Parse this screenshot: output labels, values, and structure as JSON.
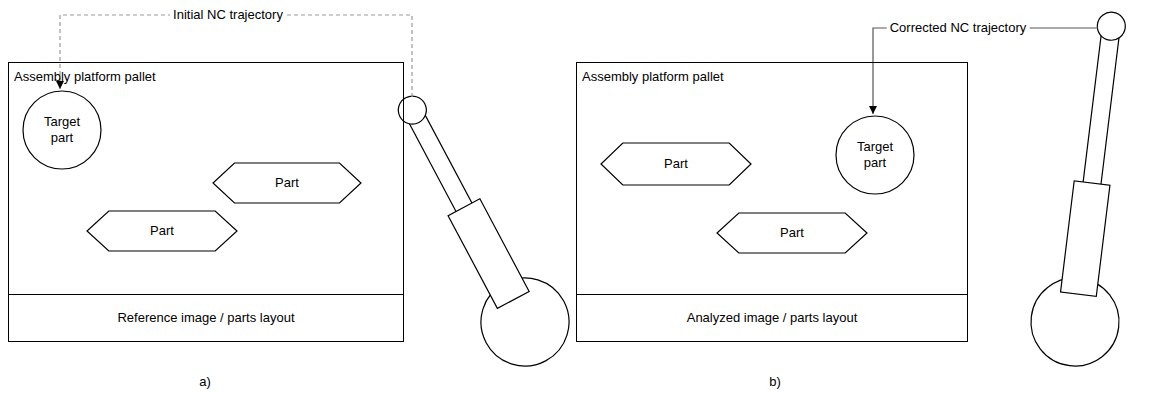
{
  "diagram": {
    "nodes": [
      {
        "text": [
          "Assembly platform pallet"
        ]
      },
      {
        "text": [
          "Target part"
        ],
        "in": 0
      },
      {
        "text": [
          "Part"
        ],
        "in": 0
      },
      {
        "text": [
          "Part"
        ],
        "in": 0
      },
      {
        "text": [
          "Reference image / parts layout"
        ]
      },
      {
        "text": [
          "Assembly platform pallet"
        ]
      },
      {
        "text": [
          "Part"
        ],
        "in": 5
      },
      {
        "text": [
          "Target part"
        ],
        "in": 5
      },
      {
        "text": [
          "Part"
        ],
        "in": 5
      },
      {
        "text": [
          "Analyzed image / parts layout"
        ]
      }
    ],
    "labels": [
      "Initial NC trajectory",
      "a)",
      "Corrected NC trajectory",
      "b)"
    ]
  }
}
